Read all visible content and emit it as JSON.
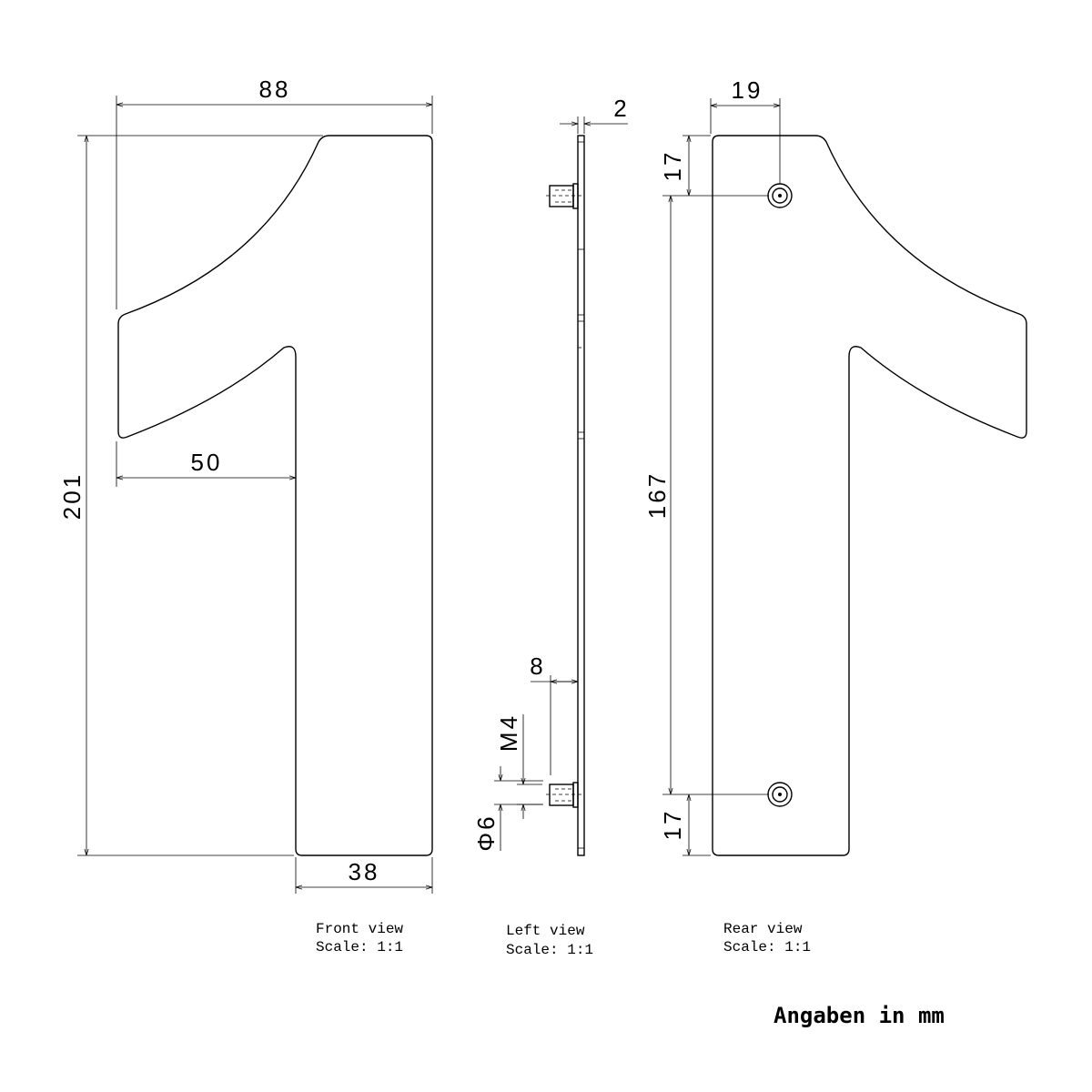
{
  "dimensions": {
    "width_total": "88",
    "height_total": "201",
    "tail_width": "50",
    "stem_width": "38",
    "thickness": "2",
    "stud_length": "8",
    "thread": "M4",
    "stud_diameter": "Φ6",
    "hole_offset_x": "19",
    "hole_offset_top": "17",
    "hole_spacing": "167",
    "hole_offset_bottom": "17"
  },
  "views": [
    {
      "name": "Front view",
      "scale": "Scale:  1:1"
    },
    {
      "name": "Left view",
      "scale": "Scale:  1:1"
    },
    {
      "name": "Rear view",
      "scale": "Scale:  1:1"
    }
  ],
  "units_note": "Angaben in mm"
}
